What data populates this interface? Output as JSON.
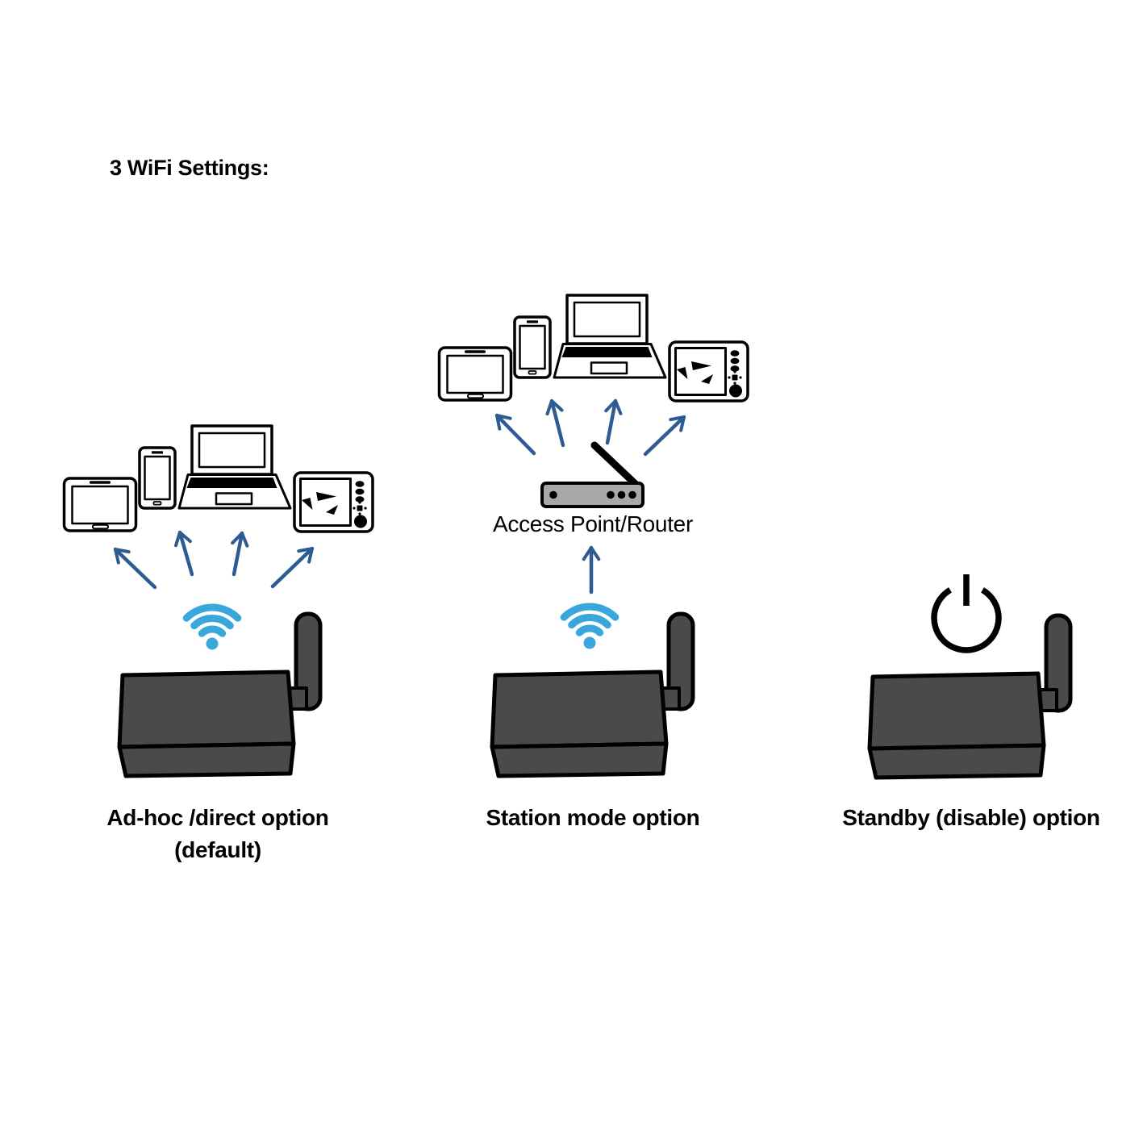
{
  "title": "3 WiFi Settings:",
  "colors": {
    "wifi": "#3aa7dc",
    "arrow": "#2e5c92",
    "box": "#4a4a4a",
    "router": "#a8a8a8",
    "ink": "#000000",
    "background": "#ffffff"
  },
  "options": [
    {
      "id": "adhoc",
      "caption_line1": "Ad-hoc /direct option",
      "caption_line2": "(default)",
      "devices": [
        "tablet",
        "phone",
        "laptop",
        "chartplotter"
      ],
      "icon": "wifi-icon",
      "hardware": "wifi-receiver-box"
    },
    {
      "id": "station",
      "caption": "Station mode option",
      "router_label": "Access Point/Router",
      "devices": [
        "tablet",
        "phone",
        "laptop",
        "chartplotter"
      ],
      "icon": "wifi-icon",
      "hardware": "wifi-receiver-box"
    },
    {
      "id": "standby",
      "caption": "Standby (disable) option",
      "icon": "power-icon",
      "hardware": "wifi-receiver-box"
    }
  ]
}
